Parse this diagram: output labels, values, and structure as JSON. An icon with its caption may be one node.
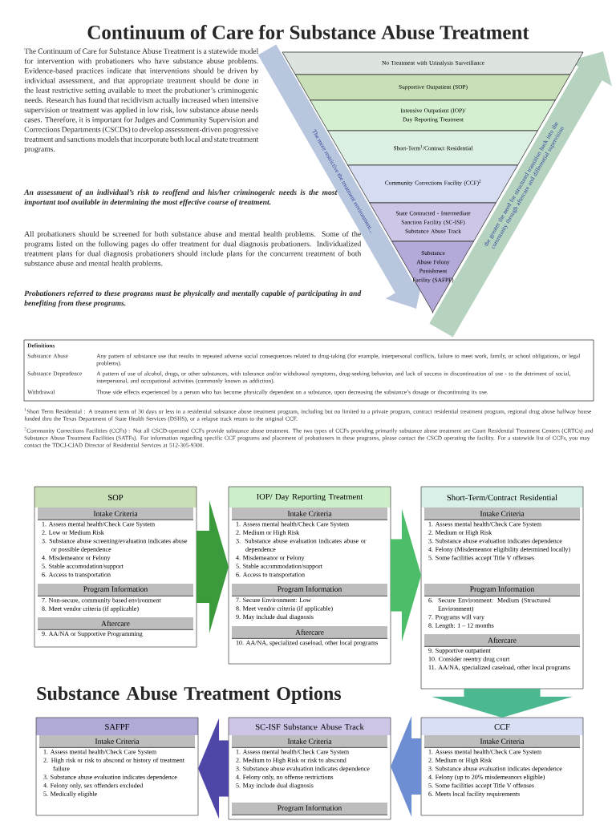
{
  "diagram": {
    "title": "Continuum of Care for Substance Abuse Treatment",
    "nodes": [
      {
        "text": [
          "No Treatment with Urinalysis Surveillance"
        ]
      },
      {
        "text": [
          "Supportive Outpatient (SOP)"
        ]
      },
      {
        "text": [
          "Intensive Outpatient (IOP)/ Day Reporting Treatment"
        ]
      },
      {
        "text": [
          "Short-Term$^{1}$/Contract Residential"
        ]
      },
      {
        "text": [
          "Community Corrections Facility (CCF)$^{2}$"
        ]
      },
      {
        "text": [
          "State Contracted - Intermediate Sanction Facility (SC-ISF) Substance Abuse Track"
        ]
      },
      {
        "text": [
          "Substance Abuse Felony Punishment Facility (SAFPF)"
        ]
      },
      {
        "text": [
          "SOP"
        ]
      },
      {
        "text": [
          "Intake Criteria",
          "1. Assess mental health/Check Care System",
          "2. Low or Medium Risk",
          "3. Substance abuse screening/evaluation indicates abuse or possible dependence",
          "4. Misdemeanor or Felony",
          "5. Stable accomodation/support",
          "6. Access to transportation"
        ],
        "in": 7
      },
      {
        "text": [
          "Program Information",
          "7. Non-secure, community based environment",
          "8. Meet vendor criteria (if applicable)"
        ],
        "in": 7
      },
      {
        "text": [
          "Aftercare",
          "9. AA/NA or Supportive Programming"
        ],
        "in": 7
      },
      {
        "text": [
          "IOP/ Day Reporting Treatment"
        ]
      },
      {
        "text": [
          "Intake Criteria",
          "1. Assess mental health/Check Care System",
          "2. Medium or High Risk",
          "3. Substance abuse evaluation indicates abuse or dependence",
          "4. Misdemeanor or Felony",
          "5. Stable accommodation/support",
          "6. Access to transportation"
        ],
        "in": 11
      },
      {
        "text": [
          "Program Information",
          "7. Secure Environment: Low",
          "8. Meet vendor criteria (if applicable)",
          "9. May include dual diagnosis"
        ],
        "in": 11
      },
      {
        "text": [
          "Aftercare",
          "10. AA/NA, specialized caseload, other local programs"
        ],
        "in": 11
      },
      {
        "text": [
          "Short-Term/Contract Residential"
        ]
      },
      {
        "text": [
          "Intake Criteria",
          "1. Assess mental health/Check Care System",
          "2. Medium or High Risk",
          "3. Substance abuse evaluation indicates dependence",
          "4. Felony (Misdemeanor eligibility determined locally)",
          "5. Some facilities accept Title V offenses"
        ],
        "in": 15
      },
      {
        "text": [
          "Program Information",
          "6. Secure Environment: Medium (Structured Environment)",
          "7. Programs will vary",
          "8. Length: 1 – 12 months"
        ],
        "in": 15
      },
      {
        "text": [
          "Aftercare",
          "9. Supportive outpatient",
          "10. Consider reentry drug court",
          "11. AA/NA, specialized caseload, other local programs"
        ],
        "in": 15
      },
      {
        "text": [
          "SAFPF"
        ]
      },
      {
        "text": [
          "Intake Criteria",
          "1. Assess mental health/Check Care System",
          "2. High risk or risk to abscond or history of treatment failure",
          "3. Substance abuse evaluation indicates dependence",
          "4. Felony only, sex offenders excluded",
          "5. Medically eligible"
        ],
        "in": 19
      },
      {
        "text": [
          "SC-ISF Substance Abuse Track"
        ]
      },
      {
        "text": [
          "Intake Criteria",
          "1. Assess mental health/Check Care System",
          "2. Medium to High Risk or risk to abscond",
          "3. Substance abuse evaluation indicates dependence",
          "4. Felony only, no offense restrictions",
          "5. May include dual diagnosis"
        ],
        "in": 21
      },
      {
        "text": [
          "Program Information"
        ],
        "in": 21
      },
      {
        "text": [
          "CCF"
        ]
      },
      {
        "text": [
          "Intake Criteria",
          "1. Assess mental health/Check Care System",
          "2. Medium or High Risk",
          "3. Substance abuse evaluation indicates dependence",
          "4. Felony (up to 20% misdemeanors eligible)",
          "5. Some facilities accept Title V offenses",
          "6. Meets local facility requirements"
        ],
        "in": 24
      }
    ],
    "edges": [
      {
        "from": 7,
        "to": 11,
        "arrow": "to",
        "color": "#3b9a3b"
      },
      {
        "from": 11,
        "to": 15,
        "arrow": "to",
        "color": "#4cbd68"
      },
      {
        "from": 15,
        "to": 24,
        "arrow": "to",
        "color": "#4cb890"
      },
      {
        "from": 24,
        "to": 21,
        "arrow": "to",
        "color": "#6d8ed3"
      },
      {
        "from": 21,
        "to": 19,
        "arrow": "to",
        "color": "#4e47a8"
      }
    ],
    "labels": [
      "The Continuum of Care for Substance Abuse Treatment is a statewide model for intervention with probationers who have substance abuse problems. Evidence-based practices indicate that interventions should be driven by individual assessment, and that appropriate treatment should be done in the least restrictive setting available to meet the probationer’s criminogenic needs. Research has found that recidivism actually increased when intensive supervision or treatment was applied in low risk, low substance abuse needs cases. Therefore, it is important for Judges and Community Supervision and Corrections Departments (CSCDs) to develop assessment-driven progressive treatment and sanctions models that incorporate both local and state treatment programs.",
      "An assessment of an individual’s risk to reoffend and his/her criminogenic needs is the most important tool available in determining the most effective course of treatment.",
      "All probationers should be screened for both substance abuse and mental health problems. Some of the programs listed on the following pages do offer treatment for dual diagnosis probationers. Individualized treatment plans for dual diagnosis probationers should include plans for the concurrent treatment of both substance abuse and mental health problems.",
      "Probationers referred to these programs must be physically and mentally capable of participating in and benefiting from these programs.",
      "The more restrictive the treatment environment...",
      "the greater the need for structured transition back into the community through aftercare and differential supervision",
      "Definitions",
      "Substance Abuse",
      "Any pattern of substance use that results in repeated adverse social consequences related to drug-taking (for example, interpersonal conflicts, failure to meet work, family, or school obligations, or legal problems).",
      "Substance Dependence",
      "A pattern of use of alcohol, drugs, or other substances, with tolerance and/or withdrawal symptoms, drug-seeking behavior, and lack of success in discontinuation of use - to the detriment of social, interpersonal, and occupational activities (commonly known as addiction).",
      "Withdrawal",
      "Those side effects experienced by a person who has become physically dependent on a substance, upon decreasing the substance’s dosage or discontinuing its use.",
      "$^{1}$Short Term Residential : A treatment term of 30 days or less in a residential substance abuse treatment program, including but no limited to a private program, contract residential treatment program, regional drug abuse halfway house funded thru the Texas Department of State Health Services (DSHS), or a relapse track return to the original CCF.",
      "$^{2}$Community Corrections Facilities (CCFs) : Not all CSCD-operated CCFs provide substance abuse treatment. The two types of CCFs providing primarily substance abuse treatment are Court Residential Treatment Centers (CRTCs) and Substance Abuse Treatment Facilities (SATFs). For information regarding specific CCF programs and placement of probationers in these programs, please contact the CSCD operating the facility. For a statewide list of CCFs, you may contact the TDCJ-CJAD Director of Residential Services at 512-305-9300.",
      "Substance Abuse Treatment Options"
    ]
  }
}
